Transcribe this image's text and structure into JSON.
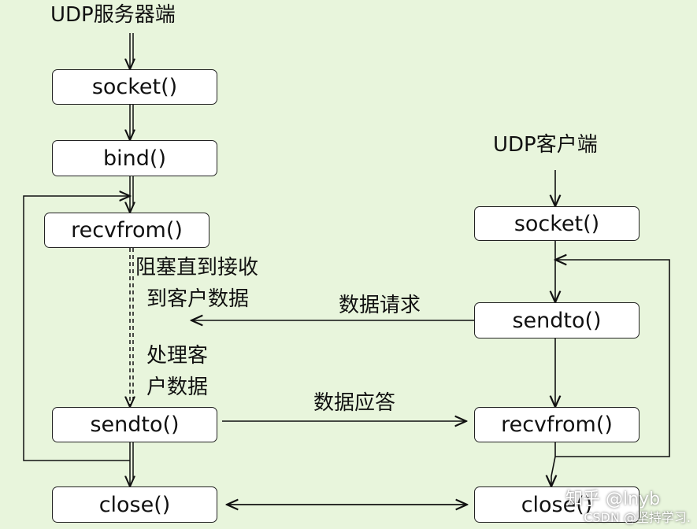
{
  "server": {
    "title": "UDP服务器端",
    "socket": "socket()",
    "bind": "bind()",
    "recvfrom": "recvfrom()",
    "sendto": "sendto()",
    "close": "close()",
    "block_note_1": "阻塞直到接收",
    "block_note_2": "到客户数据",
    "process_note_1": "处理客",
    "process_note_2": "户数据"
  },
  "client": {
    "title": "UDP客户端",
    "socket": "socket()",
    "sendto": "sendto()",
    "recvfrom": "recvfrom()",
    "close": "close()"
  },
  "messages": {
    "request": "数据请求",
    "reply": "数据应答"
  },
  "watermark": {
    "zhihu": "知乎 @lnyb",
    "csdn": "CSDN @坚持学习."
  }
}
